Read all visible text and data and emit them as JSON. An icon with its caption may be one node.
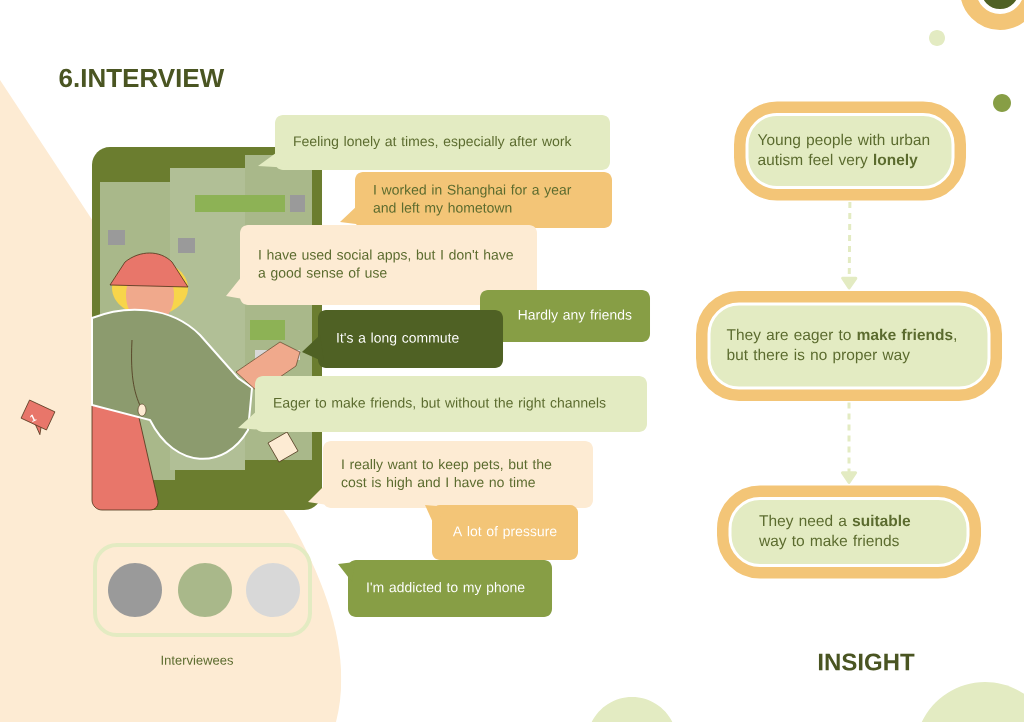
{
  "diagram": {
    "title": "6.INTERVIEW",
    "nodes": [
      {
        "text": [
          "Feeling lonely at times, especially after work"
        ]
      },
      {
        "text": [
          "I worked in Shanghai for a year and left my hometown"
        ]
      },
      {
        "text": [
          "I have used social apps, but I don't have a good sense of use"
        ]
      },
      {
        "text": [
          "Hardly any friends"
        ]
      },
      {
        "text": [
          "It's a long commute"
        ]
      },
      {
        "text": [
          "Eager to make friends, but without the right channels"
        ]
      },
      {
        "text": [
          "I really want to keep pets, but the cost is high and I have no time"
        ]
      },
      {
        "text": [
          "A lot of pressure"
        ]
      },
      {
        "text": [
          "I'm addicted to my phone"
        ]
      },
      {
        "text": [
          "Young people with urban autism feel very **lonely**"
        ]
      },
      {
        "text": [
          "They are eager to **make friends**, but there is no proper way"
        ]
      },
      {
        "text": [
          "They need  a **suitable** way to make friends"
        ]
      }
    ],
    "edges": [
      {
        "from": 9,
        "to": 10,
        "arrow": "to",
        "style": "dashed"
      },
      {
        "from": 10,
        "to": 11,
        "arrow": "to",
        "style": "dashed"
      }
    ],
    "labels": [
      "1",
      "Interviewees",
      "INSIGHT"
    ]
  }
}
